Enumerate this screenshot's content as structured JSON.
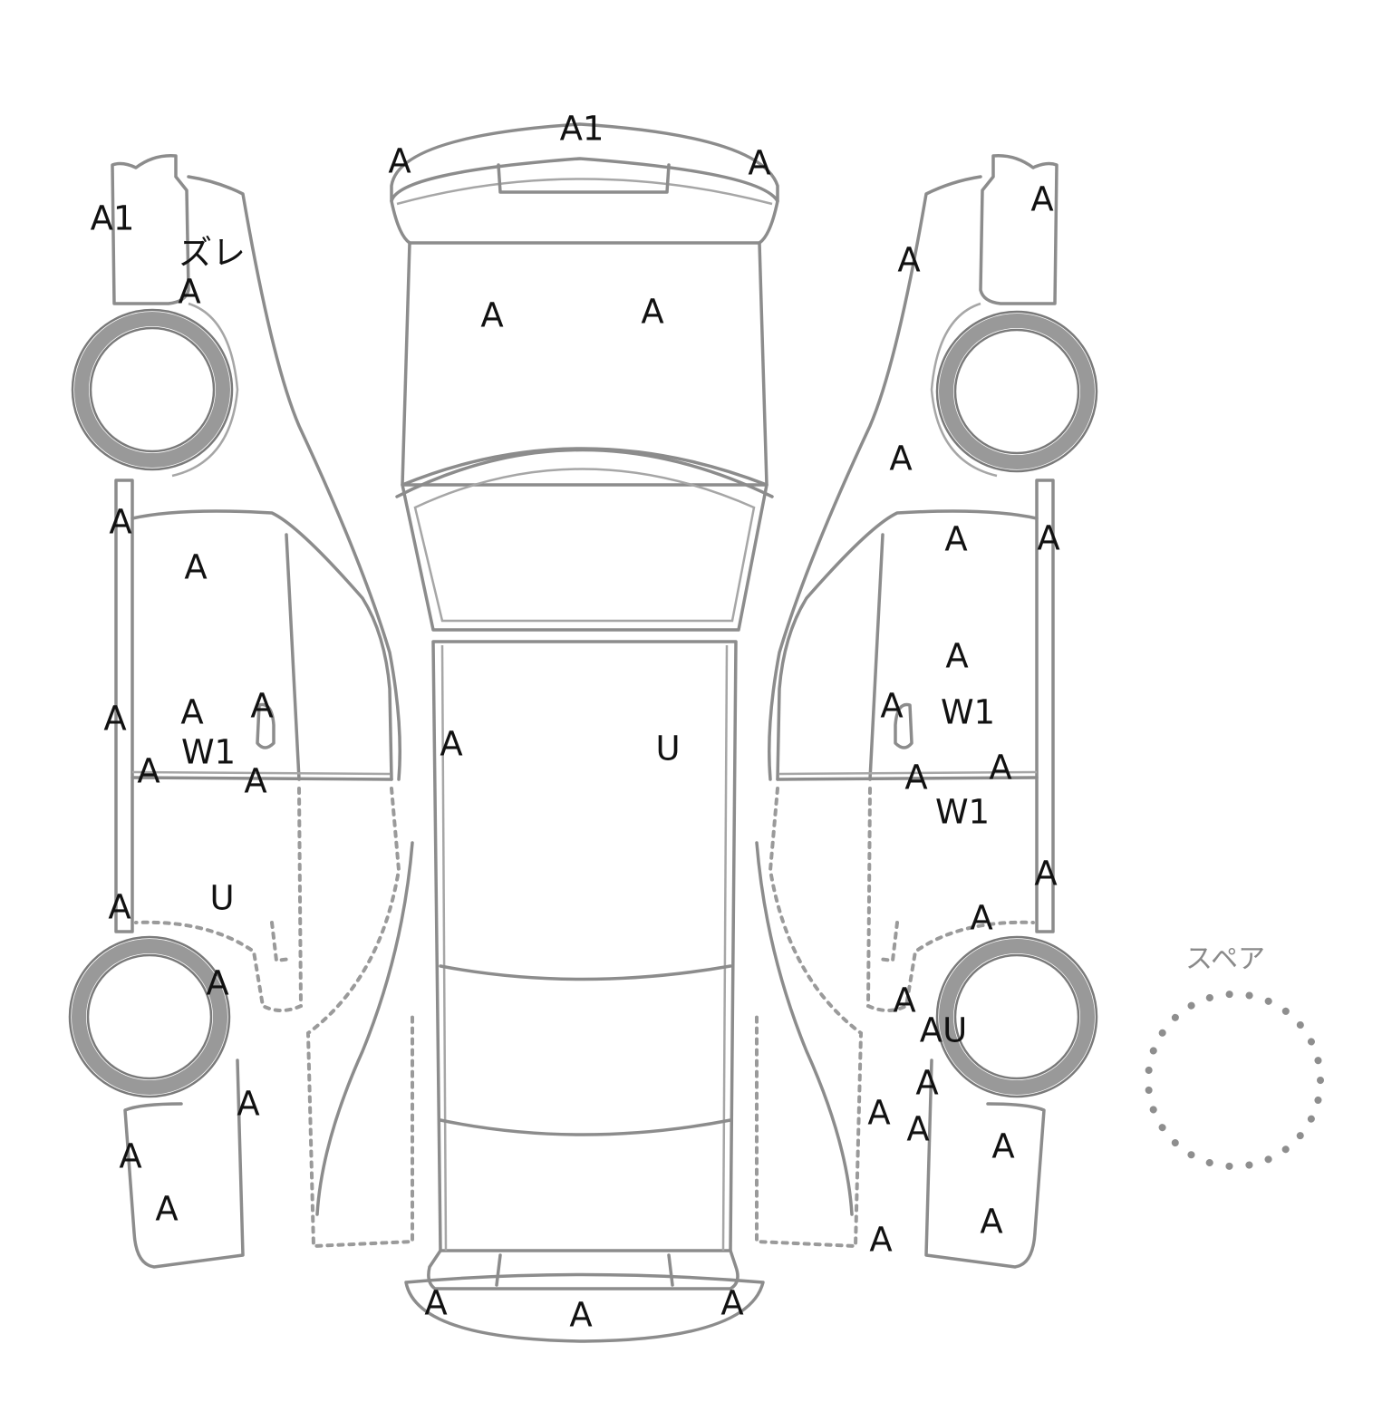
{
  "diagram": {
    "spare_label": "スペア",
    "colors": {
      "outline": "#8c8c8c",
      "text": "#111111"
    },
    "icons": [
      "car-outline-top",
      "car-outline-left-side",
      "car-outline-right-side",
      "wheel-icon",
      "spare-tire-icon"
    ]
  },
  "marks": {
    "m01": "A1",
    "m02": "A",
    "m03": "A",
    "m04": "A",
    "m05": "A",
    "m06": "A1",
    "m07": "ズレ",
    "m08": "A",
    "m09": "A",
    "m10": "A",
    "m11": "A",
    "m12": "A",
    "m13": "A",
    "m14": "W1",
    "m15": "A",
    "m16": "A",
    "m17": "A",
    "m18": "U",
    "m19": "A",
    "m20": "A",
    "m21": "A",
    "m22": "A",
    "m23": "A",
    "m24": "U",
    "m25": "A",
    "m26": "A",
    "m27": "A",
    "m28": "A",
    "m29": "A",
    "m30": "A",
    "m31": "A",
    "m32": "A",
    "m33": "W1",
    "m34": "A",
    "m35": "A",
    "m36": "W1",
    "m37": "A",
    "m38": "A",
    "m39": "A",
    "m40": "AU",
    "m41": "A",
    "m42": "A",
    "m43": "A",
    "m44": "A",
    "m45": "A",
    "m46": "A",
    "m47": "A",
    "m48": "A"
  }
}
